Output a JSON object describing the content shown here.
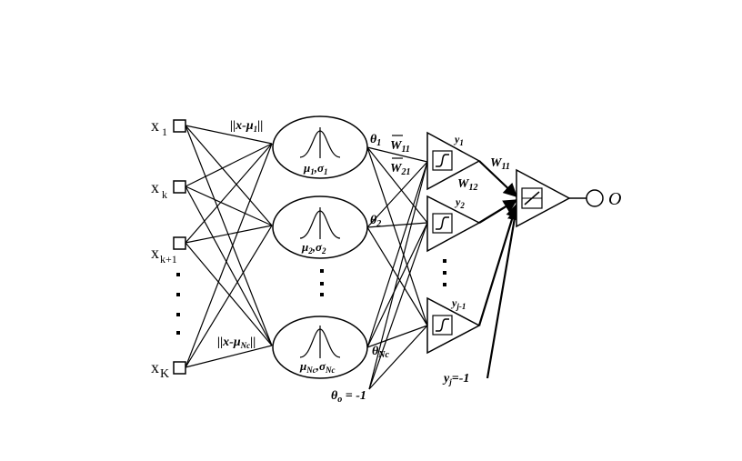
{
  "inputs": [
    {
      "base": "x",
      "sub": "1"
    },
    {
      "base": "x",
      "sub": "k"
    },
    {
      "base": "x",
      "sub": "k+1"
    },
    {
      "base": "x",
      "sub": "K"
    }
  ],
  "input_dots": ":",
  "norm_labels": {
    "first": {
      "pre": "||x-",
      "mu": "μ",
      "sub": "1",
      "post": "||"
    },
    "last": {
      "pre": "||x-",
      "mu": "μ",
      "sub": "Nc",
      "post": "||"
    }
  },
  "rbf_nodes": [
    {
      "mu": "μ",
      "mu_sub": "1",
      "sep": ",",
      "sigma": "σ",
      "sigma_sub": "1"
    },
    {
      "mu": "μ",
      "mu_sub": "2",
      "sep": ",",
      "sigma": "σ",
      "sigma_sub": "2"
    },
    {
      "mu": "μ",
      "mu_sub": "Nc",
      "sep": ",",
      "sigma": "σ",
      "sigma_sub": "Nc"
    }
  ],
  "rbf_dots": ":",
  "thetas": [
    {
      "base": "θ",
      "sub": "1"
    },
    {
      "base": "θ",
      "sub": "2"
    },
    {
      "base": "θ",
      "sub": "Nc"
    }
  ],
  "theta_bias": {
    "base": "θ",
    "sub": "o",
    "eq": " = -1"
  },
  "weights_in": [
    {
      "base": "W",
      "sub": "11"
    },
    {
      "base": "W",
      "sub": "21"
    }
  ],
  "hidden_nodes": [
    {
      "base": "y",
      "sub": "1"
    },
    {
      "base": "y",
      "sub": "2"
    },
    {
      "base": "y",
      "sub": "j-1"
    }
  ],
  "hidden_dots": ":",
  "y_bias": {
    "base": "y",
    "sub": "j",
    "eq": "=-1"
  },
  "weights_out": [
    {
      "base": "W",
      "sub": "11"
    },
    {
      "base": "W",
      "sub": "12"
    }
  ],
  "output": {
    "label": "O"
  }
}
